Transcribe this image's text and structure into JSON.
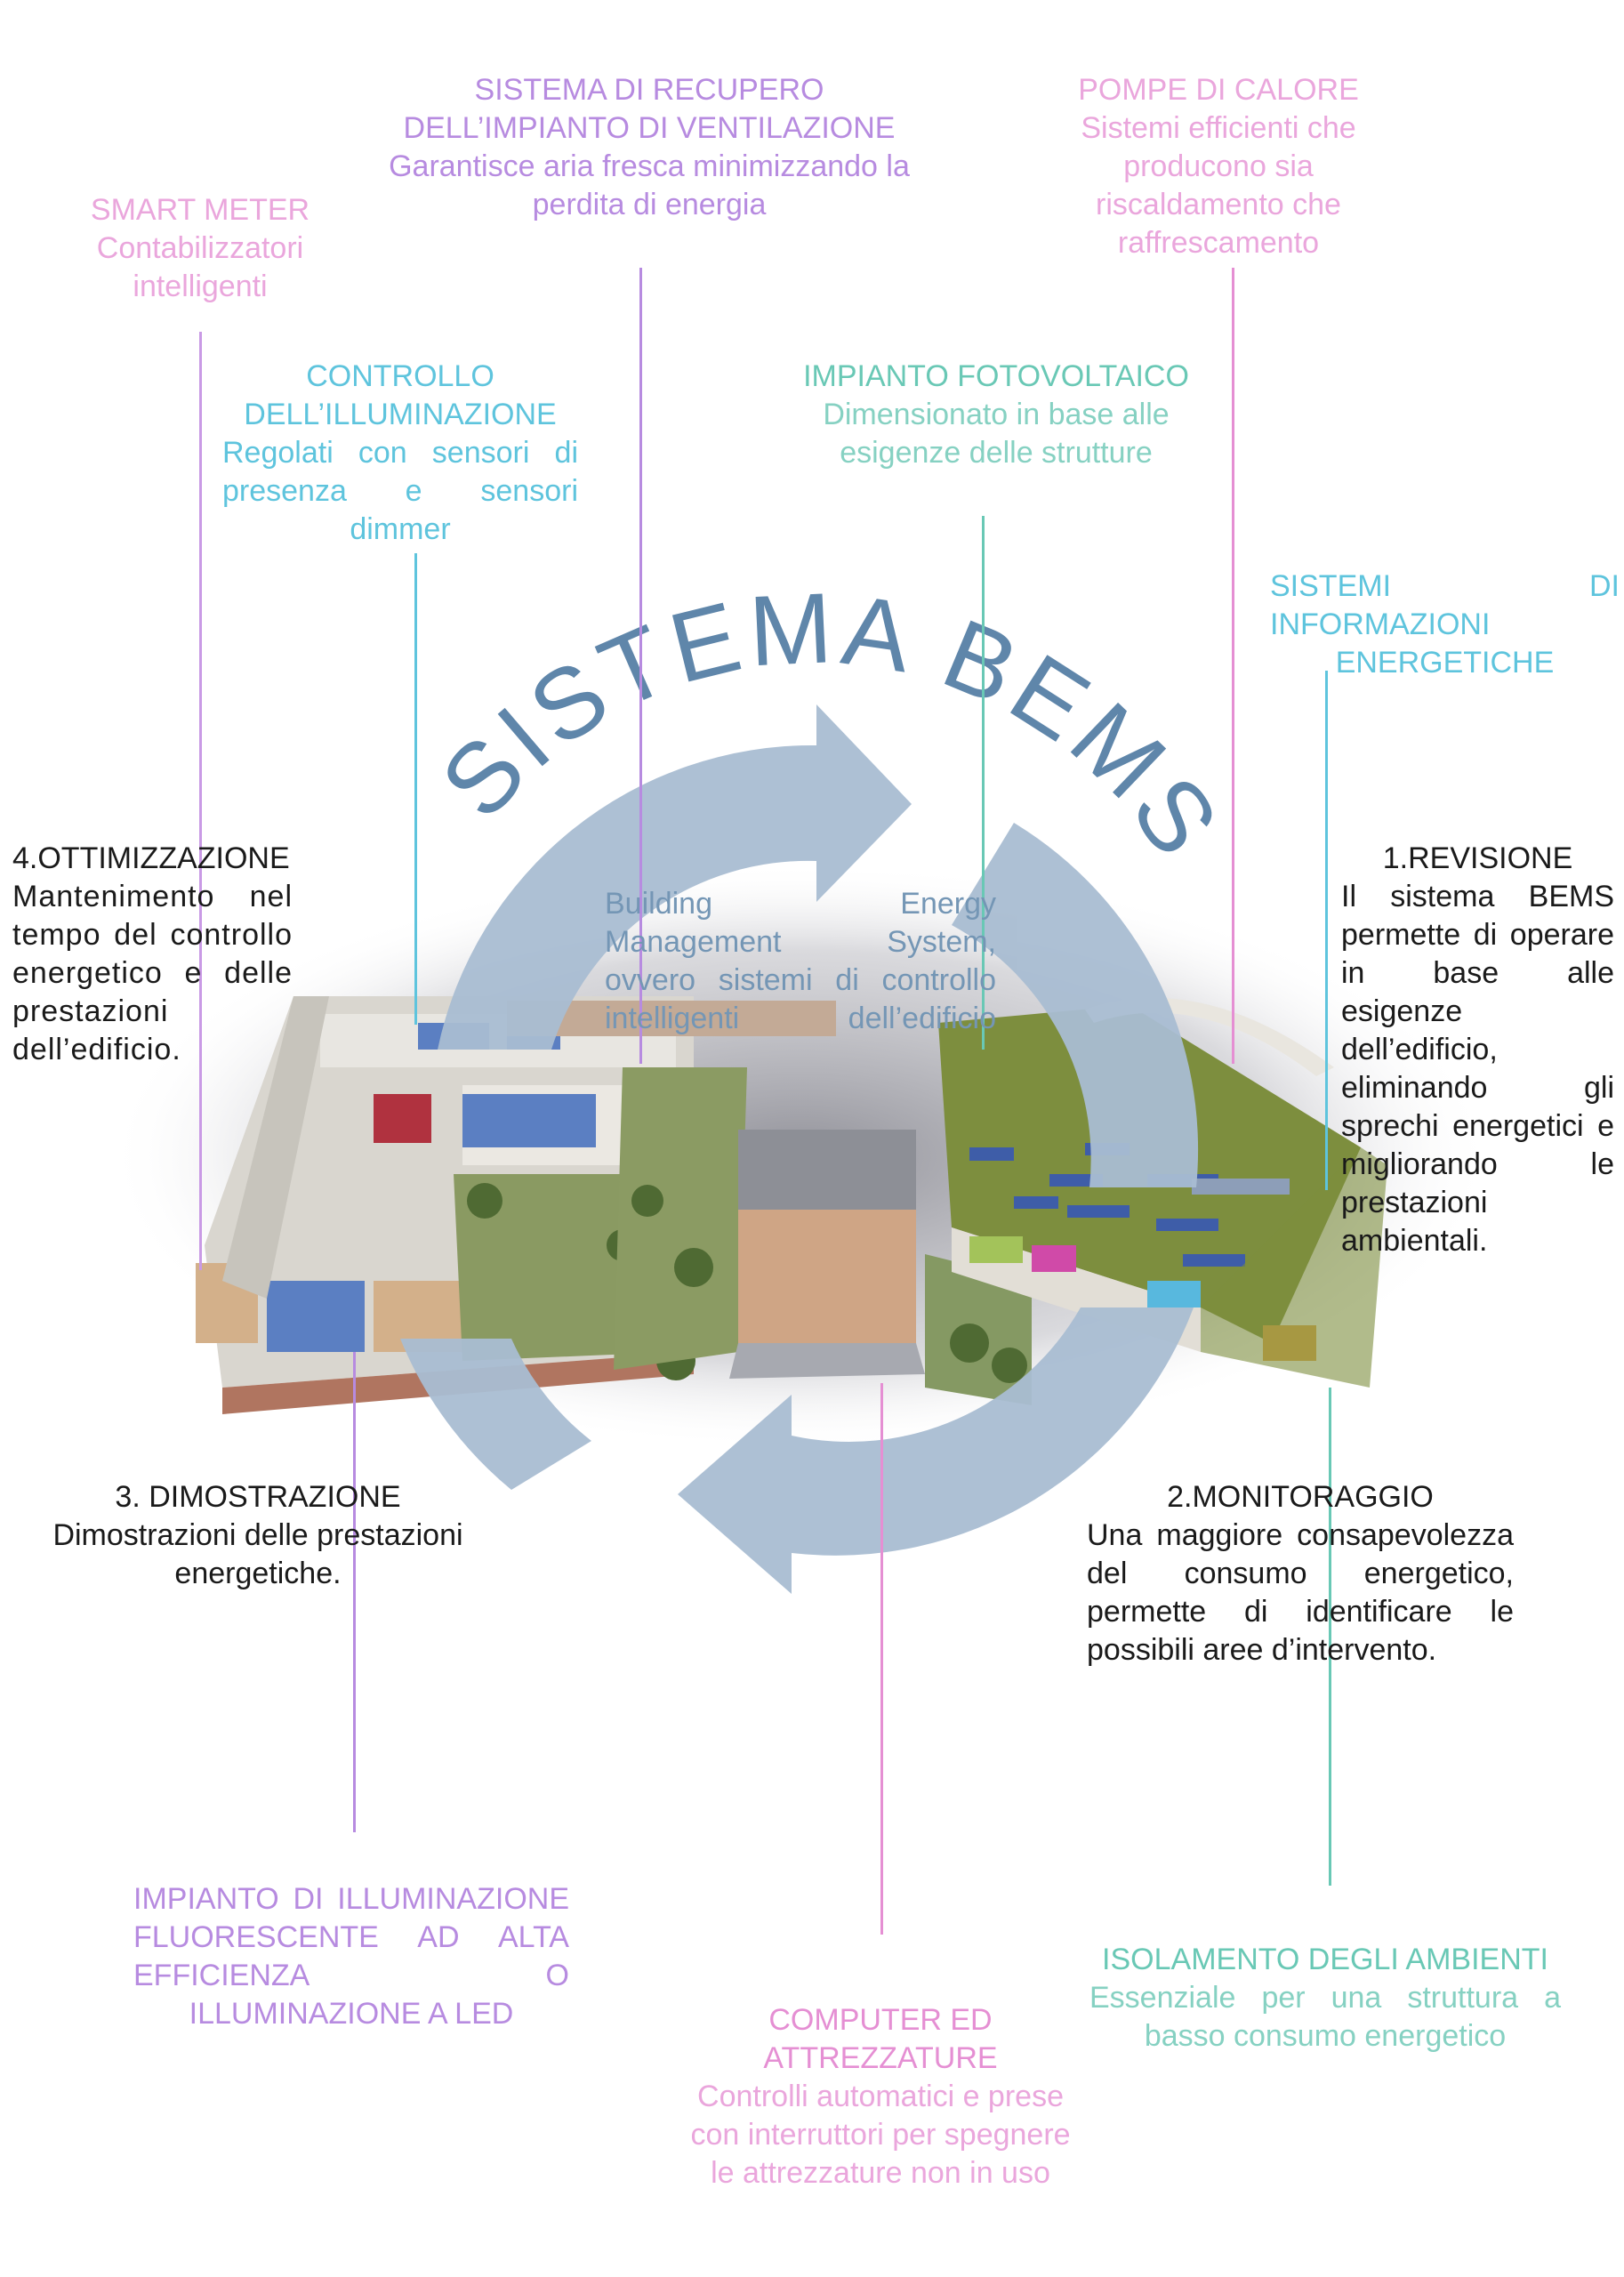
{
  "title": "SISTEMA BEMS",
  "center": "Building Energy Management System, ovvero sistemi di controllo intelligenti dell’edificio",
  "colors": {
    "pink": "#e58fd3",
    "violet": "#b78be0",
    "cyan": "#5ec4dd",
    "teal": "#69c8b5",
    "arrow": "#a9bdd2",
    "title": "#5f86aa"
  },
  "phases": {
    "revisione": {
      "heading": "1.REVISIONE",
      "body": "Il sistema BEMS permette di operare in base alle esigenze dell’edificio, eliminando gli sprechi energetici e migliorando le prestazioni ambientali."
    },
    "monitoraggio": {
      "heading": "2.MONITORAGGIO",
      "body": "Una maggiore consapevolezza del consumo energetico, permette di identificare le possibili aree d’intervento."
    },
    "dimostrazione": {
      "heading": "3. DIMOSTRAZIONE",
      "body": "Dimostrazioni delle prestazioni energetiche."
    },
    "ottimizzazione": {
      "heading": "4.OTTIMIZZAZIONE",
      "body": "Mantenimento nel tempo del controllo energetico e delle prestazioni dell’edificio."
    }
  },
  "features": {
    "recupero": {
      "heading": "SISTEMA DI RECUPERO\nDELL’IMPIANTO DI VENTILAZIONE",
      "body": "Garantisce aria fresca minimizzando la perdita di energia"
    },
    "pompe": {
      "heading": "POMPE DI CALORE",
      "body": "Sistemi efficienti che producono sia riscaldamento che raffrescamento"
    },
    "smart": {
      "heading": "SMART METER",
      "body": "Contabilizzatori intelligenti"
    },
    "illuminazione": {
      "heading": "CONTROLLO\nDELL’ILLUMINAZIONE",
      "body": "Regolati con sensori di presenza e sensori dimmer"
    },
    "fotovoltaico": {
      "heading": "IMPIANTO FOTOVOLTAICO",
      "body": "Dimensionato in base alle esigenze delle strutture"
    },
    "informazioni": {
      "heading": "SISTEMI DI INFORMAZIONI ENERGETICHE",
      "body": ""
    },
    "fluorescente": {
      "heading": "IMPIANTO DI ILLUMINAZIONE FLUORESCENTE AD ALTA EFFICIENZA O ILLUMINAZIONE A LED",
      "body": ""
    },
    "computer": {
      "heading": "COMPUTER ED\nATTREZZATURE",
      "body": "Controlli automatici e prese con interruttori per spegnere le attrezzature non in uso"
    },
    "isolamento": {
      "heading": "ISOLAMENTO DEGLI AMBIENTI",
      "body": "Essenziale per una struttura a basso consumo energetico"
    }
  }
}
